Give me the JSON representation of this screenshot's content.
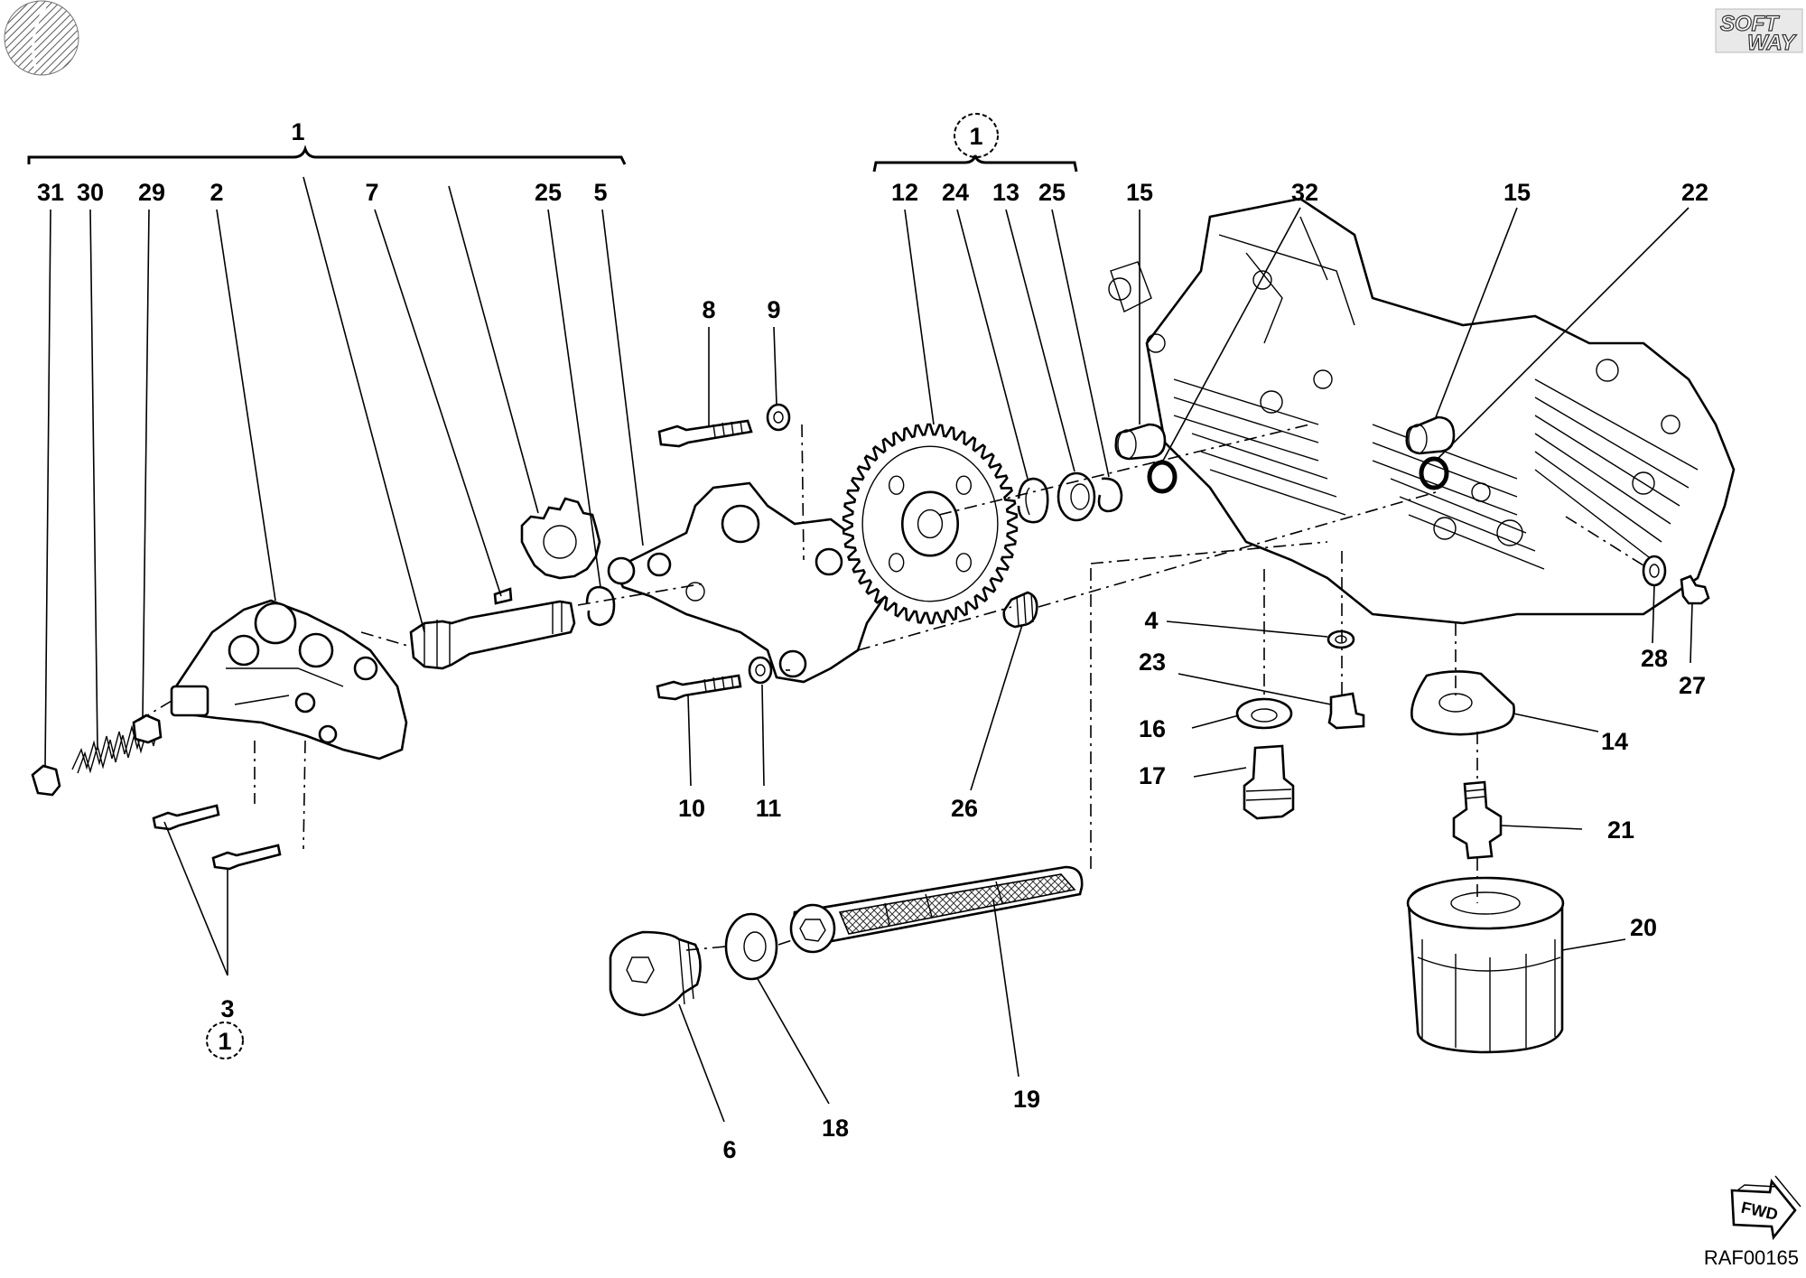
{
  "brand": {
    "line1": "SOFT",
    "line2": "WAY"
  },
  "direction_label": "FWD",
  "drawing_ref": "RAF00165",
  "groups": [
    {
      "id": "group-1",
      "number": "1",
      "circled": false
    },
    {
      "id": "group-1-circled",
      "number": "1",
      "circled": true
    }
  ],
  "labels": [
    {
      "id": "31",
      "text": "31"
    },
    {
      "id": "30",
      "text": "30"
    },
    {
      "id": "29",
      "text": "29"
    },
    {
      "id": "2",
      "text": "2"
    },
    {
      "id": "7",
      "text": "7"
    },
    {
      "id": "25a",
      "text": "25"
    },
    {
      "id": "5",
      "text": "5"
    },
    {
      "id": "8",
      "text": "8"
    },
    {
      "id": "9",
      "text": "9"
    },
    {
      "id": "12",
      "text": "12"
    },
    {
      "id": "24",
      "text": "24"
    },
    {
      "id": "13",
      "text": "13"
    },
    {
      "id": "25b",
      "text": "25"
    },
    {
      "id": "15a",
      "text": "15"
    },
    {
      "id": "32",
      "text": "32"
    },
    {
      "id": "15b",
      "text": "15"
    },
    {
      "id": "22",
      "text": "22"
    },
    {
      "id": "4",
      "text": "4"
    },
    {
      "id": "23",
      "text": "23"
    },
    {
      "id": "16",
      "text": "16"
    },
    {
      "id": "17",
      "text": "17"
    },
    {
      "id": "14",
      "text": "14"
    },
    {
      "id": "21",
      "text": "21"
    },
    {
      "id": "20",
      "text": "20"
    },
    {
      "id": "28",
      "text": "28"
    },
    {
      "id": "27",
      "text": "27"
    },
    {
      "id": "10",
      "text": "10"
    },
    {
      "id": "11",
      "text": "11"
    },
    {
      "id": "26",
      "text": "26"
    },
    {
      "id": "3",
      "text": "3"
    },
    {
      "id": "19",
      "text": "19"
    },
    {
      "id": "18",
      "text": "18"
    },
    {
      "id": "6",
      "text": "6"
    },
    {
      "id": "1c",
      "text": "1"
    }
  ]
}
